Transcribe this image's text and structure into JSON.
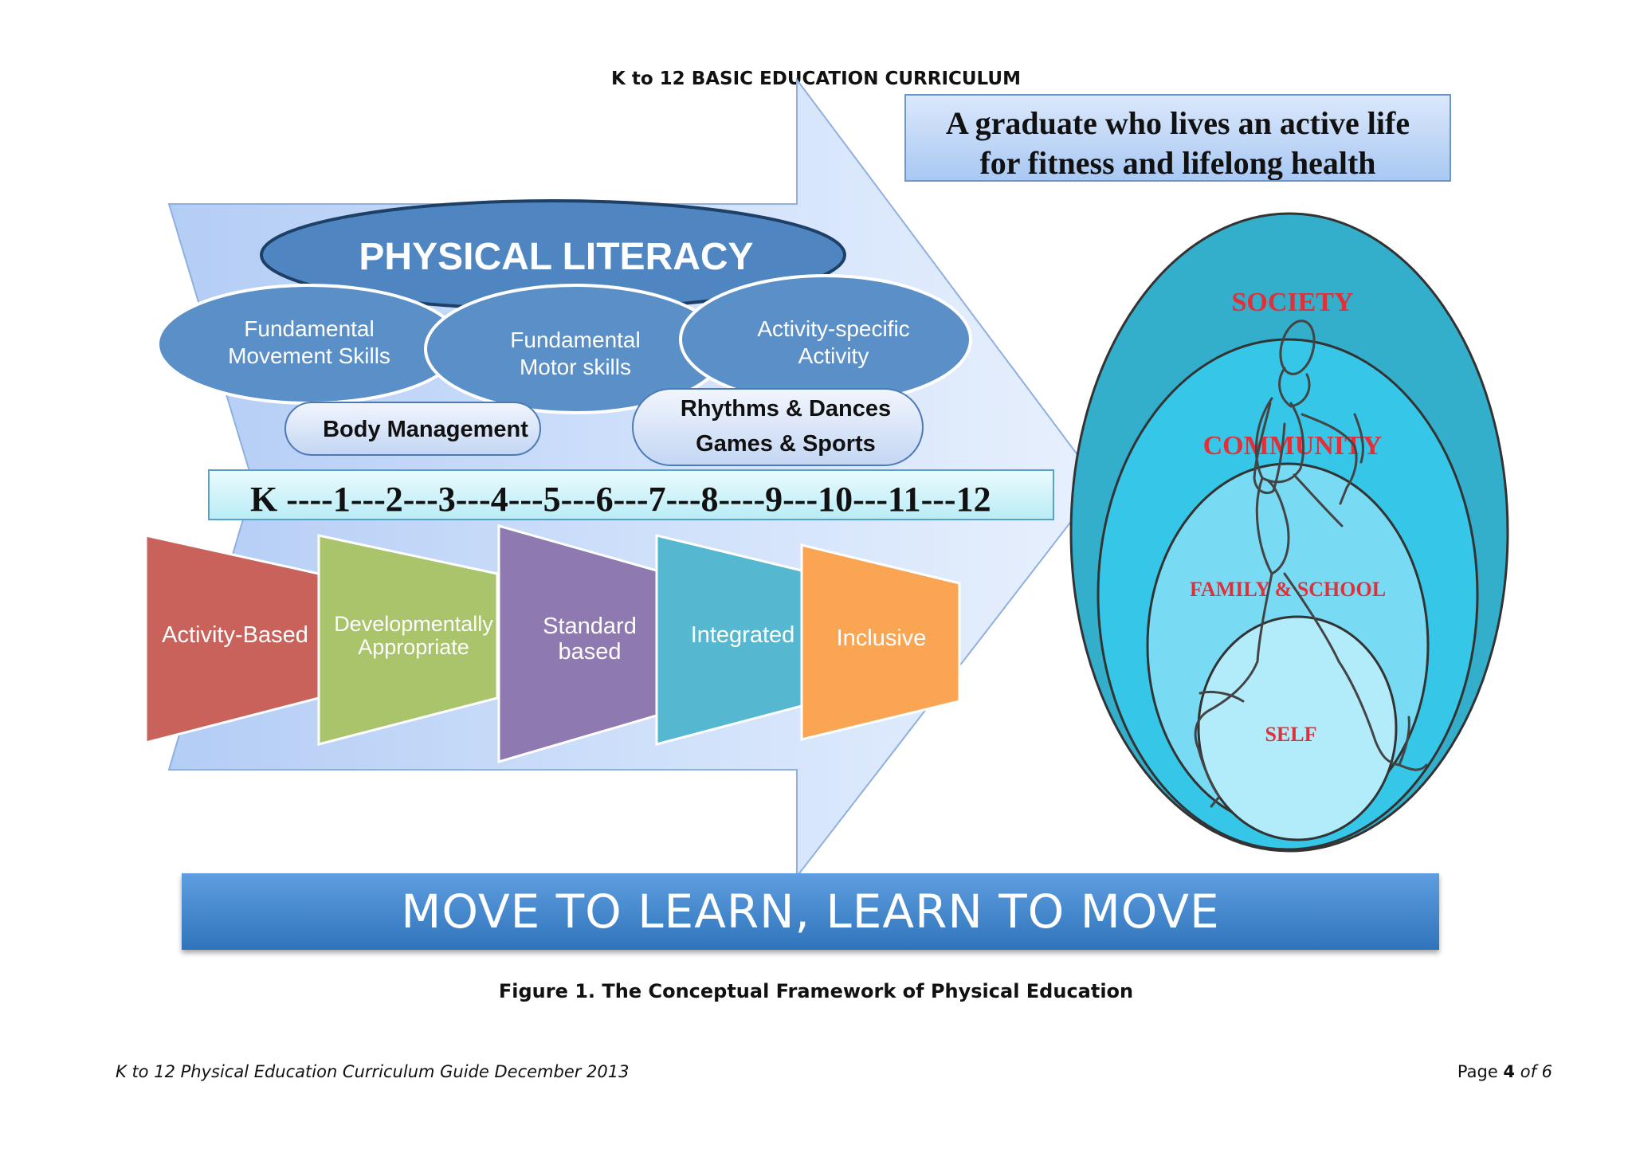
{
  "document": {
    "header": "K to 12 BASIC EDUCATION CURRICULUM",
    "caption": "Figure 1. The Conceptual Framework of Physical Education",
    "footer_left": "K to 12 Physical Education Curriculum Guide December 2013",
    "footer_right": {
      "prefix": "Page ",
      "page_number": "4",
      "suffix": " of 6"
    }
  },
  "framework": {
    "graduate_goal": {
      "line1": "A graduate who lives an active life",
      "line2": "for fitness and lifelong health"
    },
    "title": "PHYSICAL LITERACY",
    "skills": [
      {
        "line1": "Fundamental",
        "line2": "Movement Skills"
      },
      {
        "line1": "Fundamental",
        "line2": "Motor skills"
      },
      {
        "line1": "Activity-specific",
        "line2": "Activity"
      }
    ],
    "body_management": "Body Management",
    "activities": {
      "line1": "Rhythms & Dances",
      "line2": "Games & Sports"
    },
    "grade_levels": "K ----1---2---3---4---5---6---7---8----9---10---11---12",
    "approaches": [
      {
        "label": "Activity-Based",
        "color": "#c9625b"
      },
      {
        "label": "Developmentally Appropriate",
        "line1": "Developmentally",
        "line2": "Appropriate",
        "color": "#a9c46a"
      },
      {
        "label": "Standard based",
        "line1": "Standard",
        "line2": "based",
        "color": "#8e79b1"
      },
      {
        "label": "Integrated",
        "color": "#56b8d0"
      },
      {
        "label": "Inclusive",
        "color": "#f9a554"
      }
    ],
    "circles": [
      "SOCIETY",
      "COMMUNITY",
      "FAMILY & SCHOOL",
      "SELF"
    ],
    "motto": "MOVE TO LEARN, LEARN TO MOVE",
    "colors": {
      "arrow": "#c6d9f8",
      "ellipse": "#5b8fc7",
      "society": "#33aecb",
      "community": "#35c6e8",
      "family": "#79daf4",
      "self": "#b2ecfb",
      "circle_text": "#e0303a"
    }
  }
}
